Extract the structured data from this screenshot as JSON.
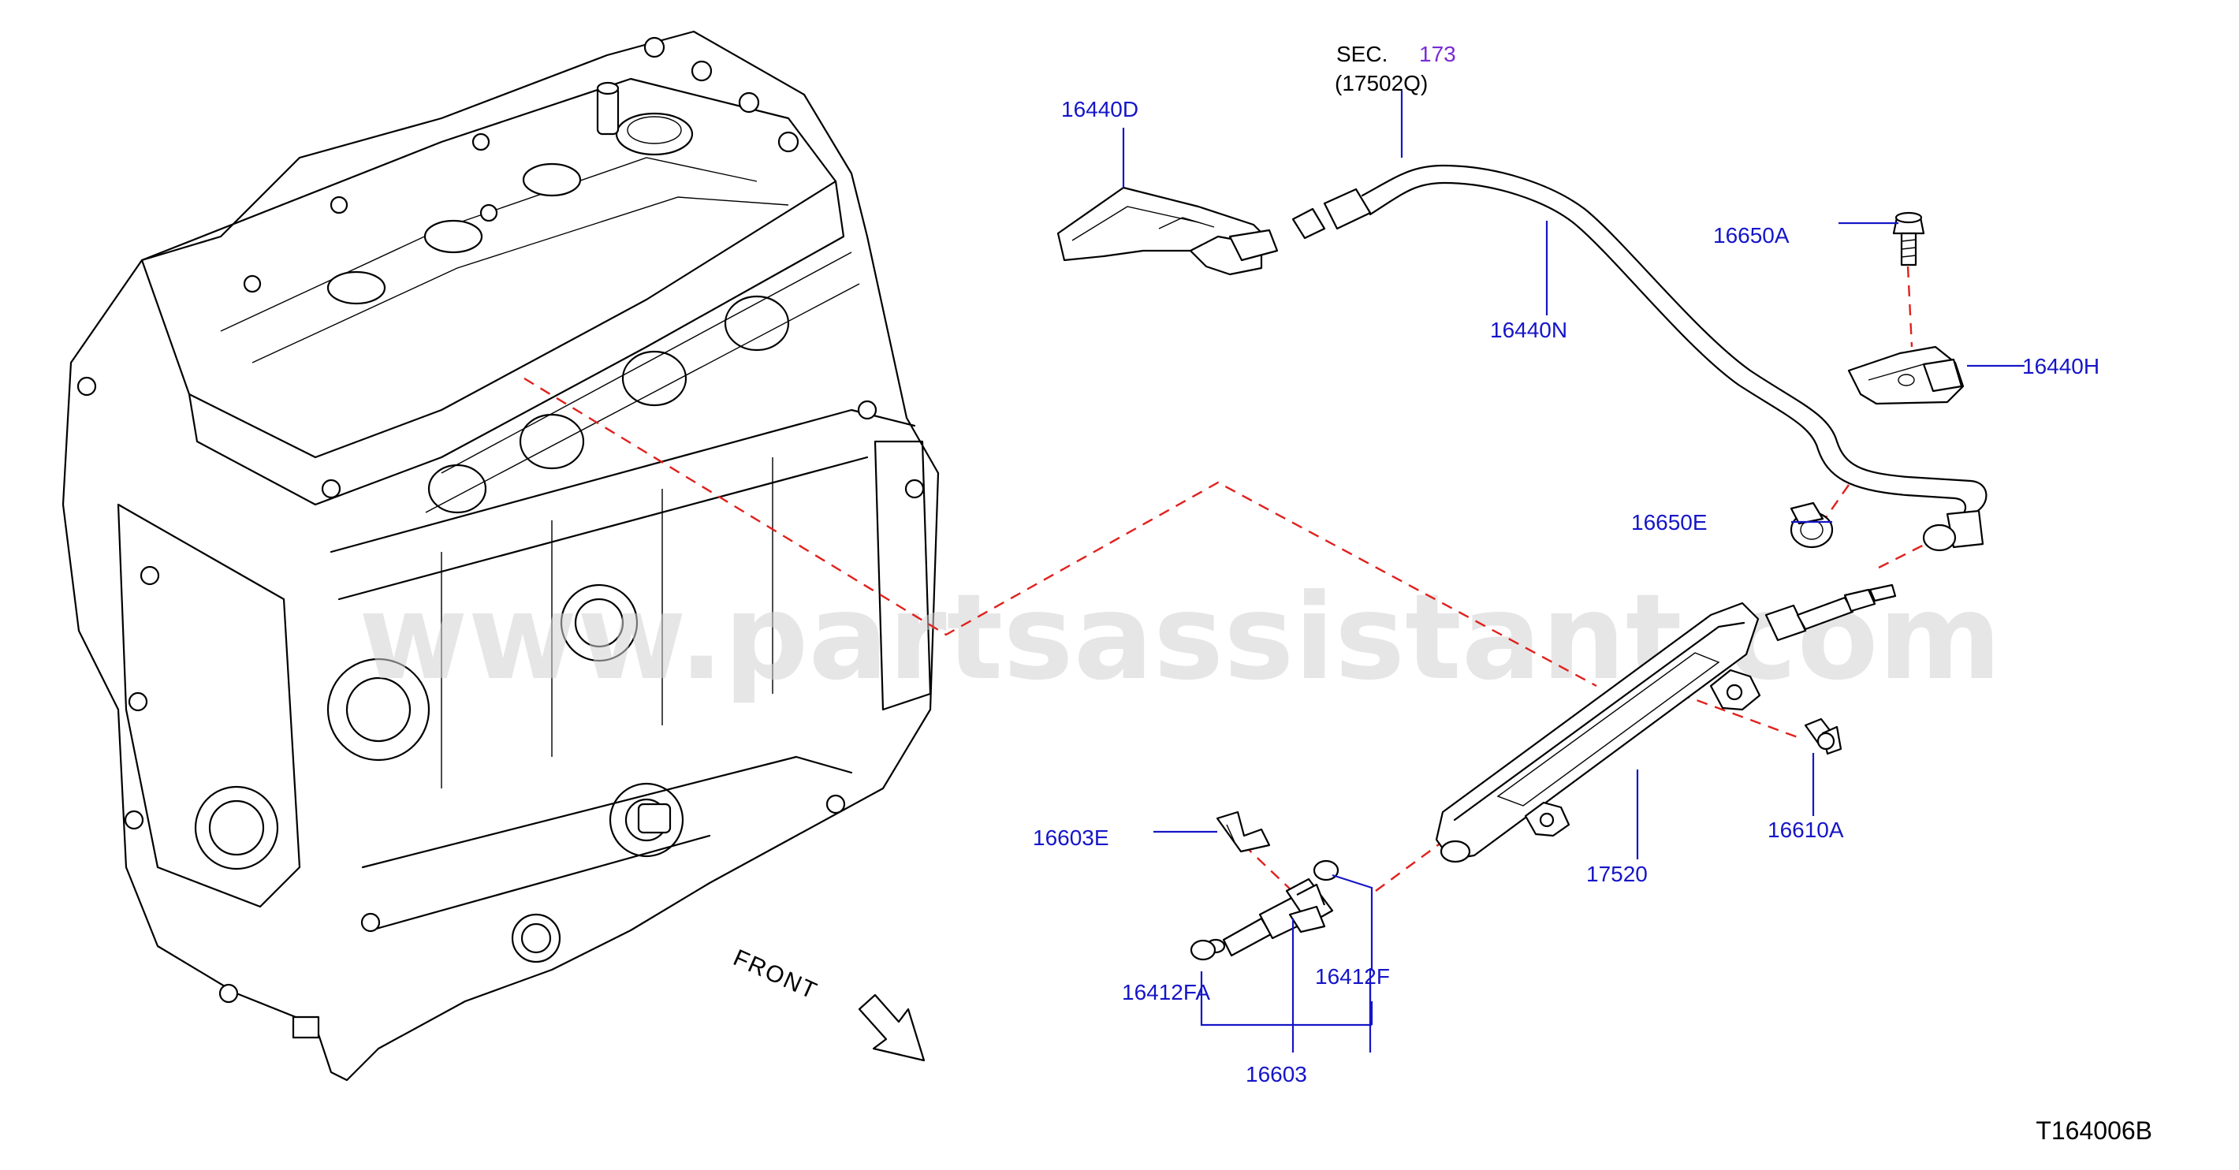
{
  "watermark": "www.partsassistant.com",
  "diagram_id": "T164006B",
  "front_label": "FRONT",
  "section_ref": {
    "prefix": "SEC.",
    "number": "173",
    "code": "(17502Q)"
  },
  "parts": {
    "p16440D": "16440D",
    "p16440N": "16440N",
    "p16650A": "16650A",
    "p16440H": "16440H",
    "p16650E": "16650E",
    "p16603E": "16603E",
    "p17520": "17520",
    "p16610A": "16610A",
    "p16412FA": "16412FA",
    "p16412F": "16412F",
    "p16603": "16603"
  },
  "colors": {
    "label": "#1515c8",
    "section_number": "#7a2bd6",
    "dashed_line": "#e0201c",
    "watermark": "#d3d3d3"
  }
}
